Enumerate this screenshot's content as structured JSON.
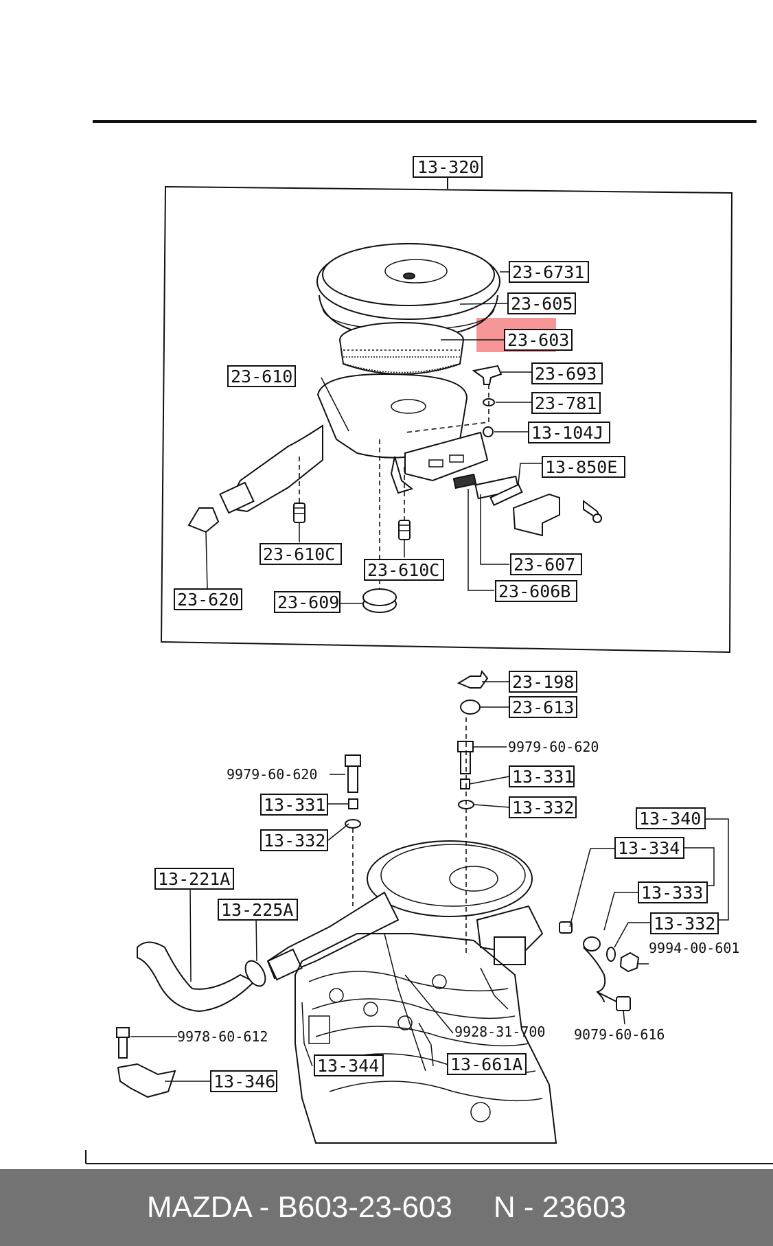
{
  "labels": {
    "group": "13-320",
    "p_6731": "23-6731",
    "p_605": "23-605",
    "p_603": "23-603",
    "p_610": "23-610",
    "p_693": "23-693",
    "p_781": "23-781",
    "p_104j": "13-104J",
    "p_850e": "13-850E",
    "p_610c_a": "23-610C",
    "p_610c_b": "23-610C",
    "p_607": "23-607",
    "p_606b": "23-606B",
    "p_620": "23-620",
    "p_609": "23-609",
    "p_198": "23-198",
    "p_613": "23-613",
    "b_9979_right": "9979-60-620",
    "b_9979_left": "9979-60-620",
    "p_331_right": "13-331",
    "p_331_left": "13-331",
    "p_332_right": "13-332",
    "p_332_left": "13-332",
    "p_340": "13-340",
    "p_334": "13-334",
    "p_333": "13-333",
    "p_332_lower": "13-332",
    "n_9994": "9994-00-601",
    "p_221a": "13-221A",
    "p_225a": "13-225A",
    "b_9978": "9978-60-612",
    "p_346": "13-346",
    "p_344": "13-344",
    "n_9928": "9928-31-700",
    "p_661a": "13-661A",
    "b_9079": "9079-60-616"
  },
  "highlight": {
    "part": "23-603",
    "color": "#f26a6a"
  },
  "footer": {
    "brand": "MAZDA - B603-23-603",
    "number": "N - 23603"
  }
}
